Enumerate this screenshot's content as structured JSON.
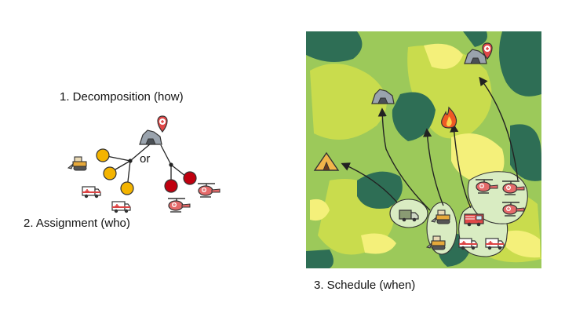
{
  "labels": {
    "decomposition": "1. Decomposition (how)",
    "assignment": "2. Assignment (who)",
    "schedule": "3. Schedule (when)",
    "or": "or"
  },
  "colors": {
    "task_yellow": "#f4b400",
    "task_red": "#c0000f",
    "map_dark": "#2e6e55",
    "map_mid": "#7db85a",
    "map_light": "#c9dc4d",
    "map_yellow": "#f4f07a",
    "group_fill": "#d9ecc2"
  },
  "icons": {
    "root_task": "collapsed-building-medical-pin-icon",
    "map_tasks": [
      "tent-icon",
      "collapsed-building-icon",
      "fire-icon",
      "collapsed-building-medical-pin-icon"
    ],
    "vehicles": [
      "bulldozer-icon",
      "ambulance-icon",
      "helicopter-icon",
      "fire-truck-icon",
      "army-truck-icon"
    ]
  }
}
